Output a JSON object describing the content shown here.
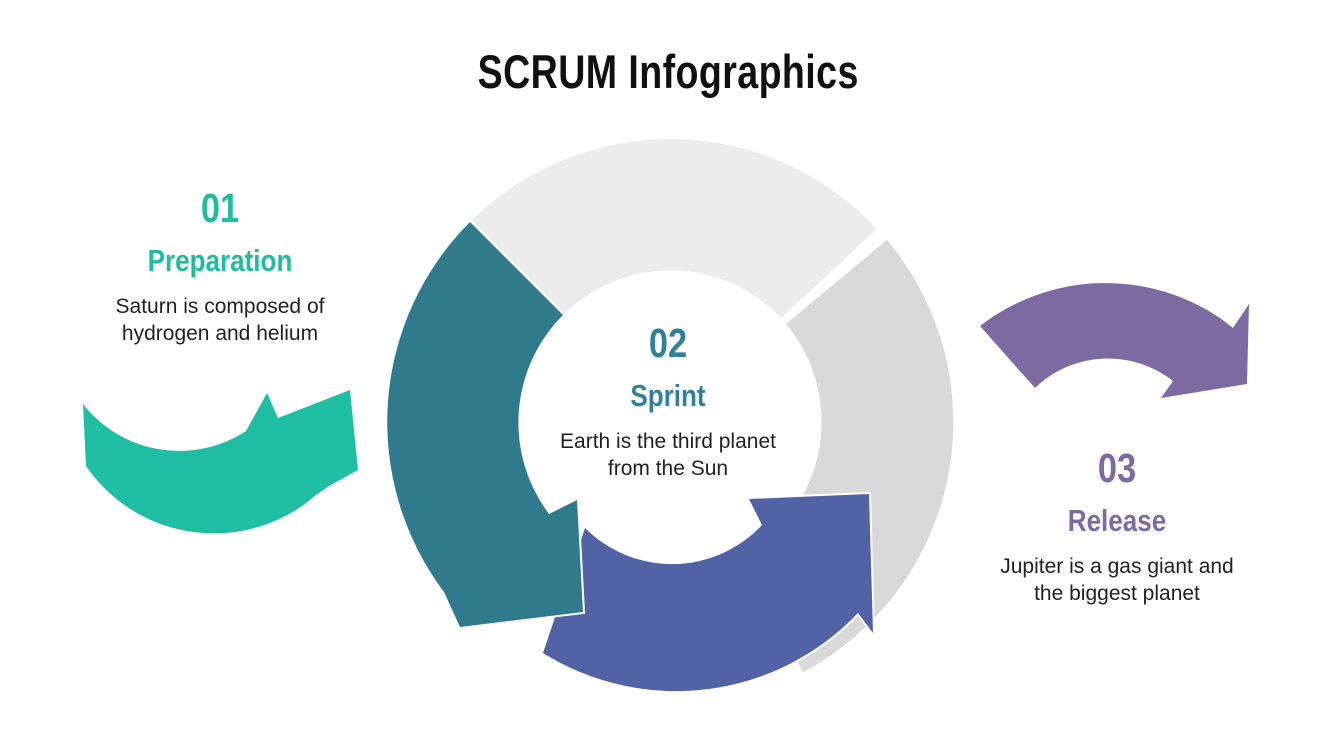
{
  "title": "SCRUM Infographics",
  "steps": [
    {
      "number": "01",
      "label": "Preparation",
      "description": "Saturn is composed of\nhydrogen and helium",
      "accent": "#1EBDA0"
    },
    {
      "number": "02",
      "label": "Sprint",
      "description": "Earth is the third planet\nfrom the Sun",
      "accent": "#30809A"
    },
    {
      "number": "03",
      "label": "Release",
      "description": "Jupiter is a gas giant and\nthe biggest planet",
      "accent": "#7C6BA1"
    }
  ],
  "diagram": {
    "colors": {
      "arrow_green": "#1FBEA2",
      "arrow_teal": "#2F7B8C",
      "arrow_blue": "#5163A5",
      "arrow_purple": "#7C6BA1",
      "ring_light": "#ECECEC",
      "ring_mid": "#D9D9D9"
    }
  },
  "text_colors": {
    "title": "#101010",
    "body": "#212121"
  }
}
